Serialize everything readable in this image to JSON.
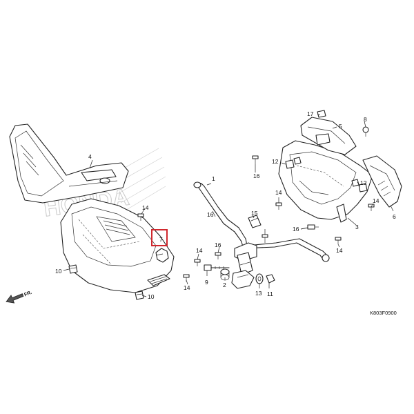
{
  "diagram": {
    "code": "K803F0900",
    "direction_label": "FR.",
    "watermark": "HONDA",
    "highlight_color": "#d0282e",
    "highlighted_part": "7",
    "callouts": [
      {
        "id": "c1",
        "label": "1"
      },
      {
        "id": "c2",
        "label": "2"
      },
      {
        "id": "c3",
        "label": "3"
      },
      {
        "id": "c4",
        "label": "4"
      },
      {
        "id": "c5",
        "label": "5"
      },
      {
        "id": "c6",
        "label": "6"
      },
      {
        "id": "c7",
        "label": "7"
      },
      {
        "id": "c8",
        "label": "8"
      },
      {
        "id": "c9",
        "label": "9"
      },
      {
        "id": "c10a",
        "label": "10"
      },
      {
        "id": "c10b",
        "label": "10"
      },
      {
        "id": "c11",
        "label": "11"
      },
      {
        "id": "c12a",
        "label": "12"
      },
      {
        "id": "c12b",
        "label": "12"
      },
      {
        "id": "c13",
        "label": "13"
      },
      {
        "id": "c14a",
        "label": "14"
      },
      {
        "id": "c14b",
        "label": "14"
      },
      {
        "id": "c14c",
        "label": "14"
      },
      {
        "id": "c14d",
        "label": "14"
      },
      {
        "id": "c14e",
        "label": "14"
      },
      {
        "id": "c14f",
        "label": "14"
      },
      {
        "id": "c15",
        "label": "15"
      },
      {
        "id": "c16a",
        "label": "16"
      },
      {
        "id": "c16b",
        "label": "16"
      },
      {
        "id": "c16c",
        "label": "16"
      },
      {
        "id": "c16d",
        "label": "16"
      },
      {
        "id": "c17",
        "label": "17"
      }
    ]
  }
}
